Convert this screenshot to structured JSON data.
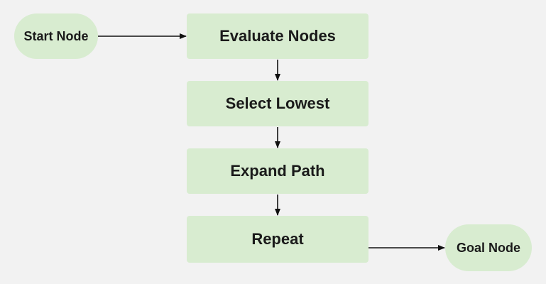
{
  "nodes": {
    "start": "Start Node",
    "evaluate": "Evaluate Nodes",
    "select": "Select Lowest",
    "expand": "Expand Path",
    "repeat": "Repeat",
    "goal": "Goal Node"
  },
  "colors": {
    "background": "#f2f2f2",
    "node_fill": "#d8ecd0",
    "text": "#1a1a1a",
    "edge": "#111111"
  }
}
